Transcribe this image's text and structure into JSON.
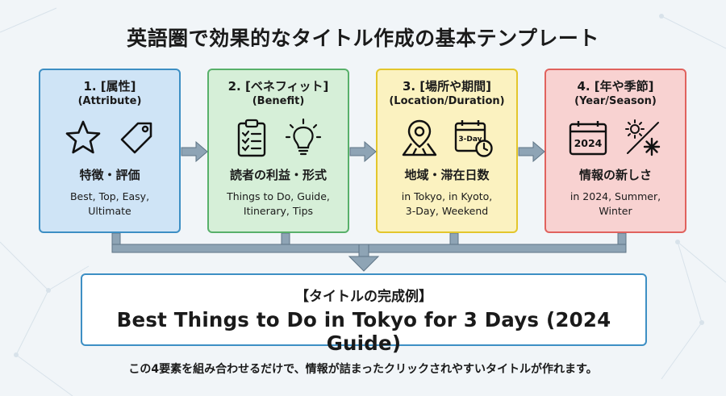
{
  "title": "英語圏で効果的なタイトル作成の基本テンプレート",
  "cards": [
    {
      "heading": "1. [属性]",
      "subheading": "(Attribute)",
      "main": "特徴・評価",
      "examples": [
        "Best, Top, Easy,",
        "Ultimate"
      ],
      "border": "#3d8fc4",
      "fill": "#cfe4f6",
      "icons": [
        "star-icon",
        "tag-icon"
      ]
    },
    {
      "heading": "2. [ベネフィット]",
      "subheading": "(Benefit)",
      "main": "読者の利益・形式",
      "examples": [
        "Things to Do, Guide,",
        "Itinerary, Tips"
      ],
      "border": "#58b06a",
      "fill": "#d6efd8",
      "icons": [
        "checklist-icon",
        "lightbulb-icon"
      ]
    },
    {
      "heading": "3. [場所や期間]",
      "subheading": "(Location/Duration)",
      "main": "地域・滞在日数",
      "examples": [
        "in Tokyo, in Kyoto,",
        "3-Day, Weekend"
      ],
      "border": "#e3c62c",
      "fill": "#fbf2c0",
      "icons": [
        "map-pin-icon",
        "calendar-clock-icon"
      ],
      "calendar_label": "3-Day"
    },
    {
      "heading": "4. [年や季節]",
      "subheading": "(Year/Season)",
      "main": "情報の新しさ",
      "examples": [
        "in 2024, Summer,",
        "Winter"
      ],
      "border": "#e0625e",
      "fill": "#f8d2d1",
      "icons": [
        "calendar-2024-icon",
        "sun-snow-icon"
      ],
      "calendar_label": "2024"
    }
  ],
  "result": {
    "label": "【タイトルの完成例】",
    "example": "Best Things to Do in Tokyo for 3 Days (2024 Guide)"
  },
  "footer": "この4要素を組み合わせるだけで、情報が詰まったクリックされやすいタイトルが作れます。",
  "colors": {
    "arrow": "#8ea4b5",
    "arrow_dark": "#5f7586",
    "result_border": "#3d8fc4",
    "background": "#f1f5f8"
  }
}
